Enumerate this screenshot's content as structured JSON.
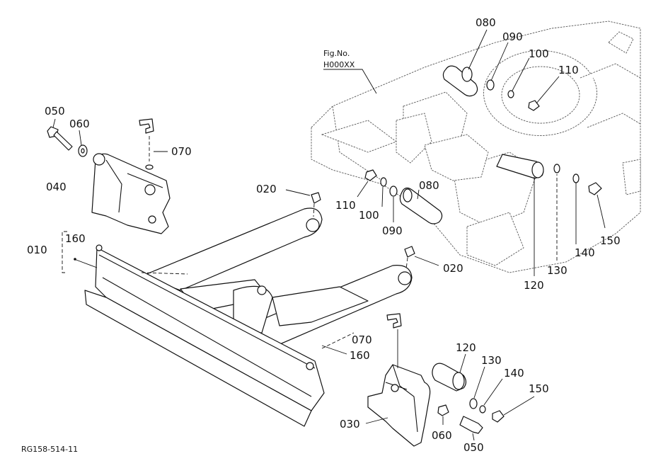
{
  "figure": {
    "fig_label": "Fig.No.",
    "fig_number": "H000XX",
    "ref_code": "RG158-514-11"
  },
  "callouts": [
    {
      "key": "c010",
      "text": "010"
    },
    {
      "key": "c160a",
      "text": "160"
    },
    {
      "key": "c050a",
      "text": "050"
    },
    {
      "key": "c060a",
      "text": "060"
    },
    {
      "key": "c070a",
      "text": "070"
    },
    {
      "key": "c040",
      "text": "040"
    },
    {
      "key": "c020a",
      "text": "020"
    },
    {
      "key": "c110a",
      "text": "110"
    },
    {
      "key": "c100a",
      "text": "100"
    },
    {
      "key": "c090a",
      "text": "090"
    },
    {
      "key": "c080a",
      "text": "080"
    },
    {
      "key": "c080b",
      "text": "080"
    },
    {
      "key": "c090b",
      "text": "090"
    },
    {
      "key": "c100b",
      "text": "100"
    },
    {
      "key": "c110b",
      "text": "110"
    },
    {
      "key": "c120a",
      "text": "120"
    },
    {
      "key": "c130a",
      "text": "130"
    },
    {
      "key": "c140a",
      "text": "140"
    },
    {
      "key": "c150a",
      "text": "150"
    },
    {
      "key": "c020b",
      "text": "020"
    },
    {
      "key": "c070b",
      "text": "070"
    },
    {
      "key": "c160b",
      "text": "160"
    },
    {
      "key": "c120b",
      "text": "120"
    },
    {
      "key": "c130b",
      "text": "130"
    },
    {
      "key": "c140b",
      "text": "140"
    },
    {
      "key": "c150b",
      "text": "150"
    },
    {
      "key": "c030",
      "text": "030"
    },
    {
      "key": "c060b",
      "text": "060"
    },
    {
      "key": "c050b",
      "text": "050"
    }
  ]
}
